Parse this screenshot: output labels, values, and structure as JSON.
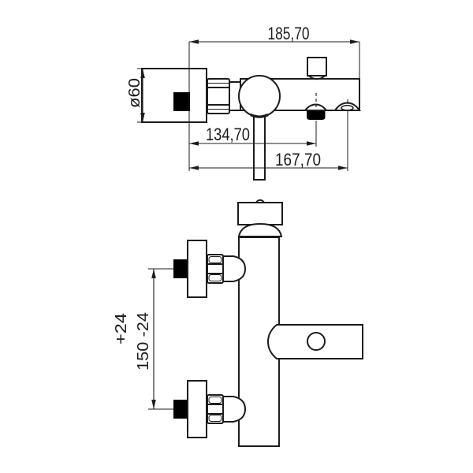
{
  "drawing": {
    "type": "technical-dimension-drawing",
    "colors": {
      "line": "#1c1c1c",
      "solid_fill": "#000000",
      "background": "#ffffff"
    },
    "dims": {
      "total_depth": "185,70",
      "plate_diameter": "ø60",
      "aerator_offset": "134,70",
      "bracket_offset": "167,70",
      "tolerance_plus": "+24",
      "inlet_centers": "150 -24"
    }
  }
}
